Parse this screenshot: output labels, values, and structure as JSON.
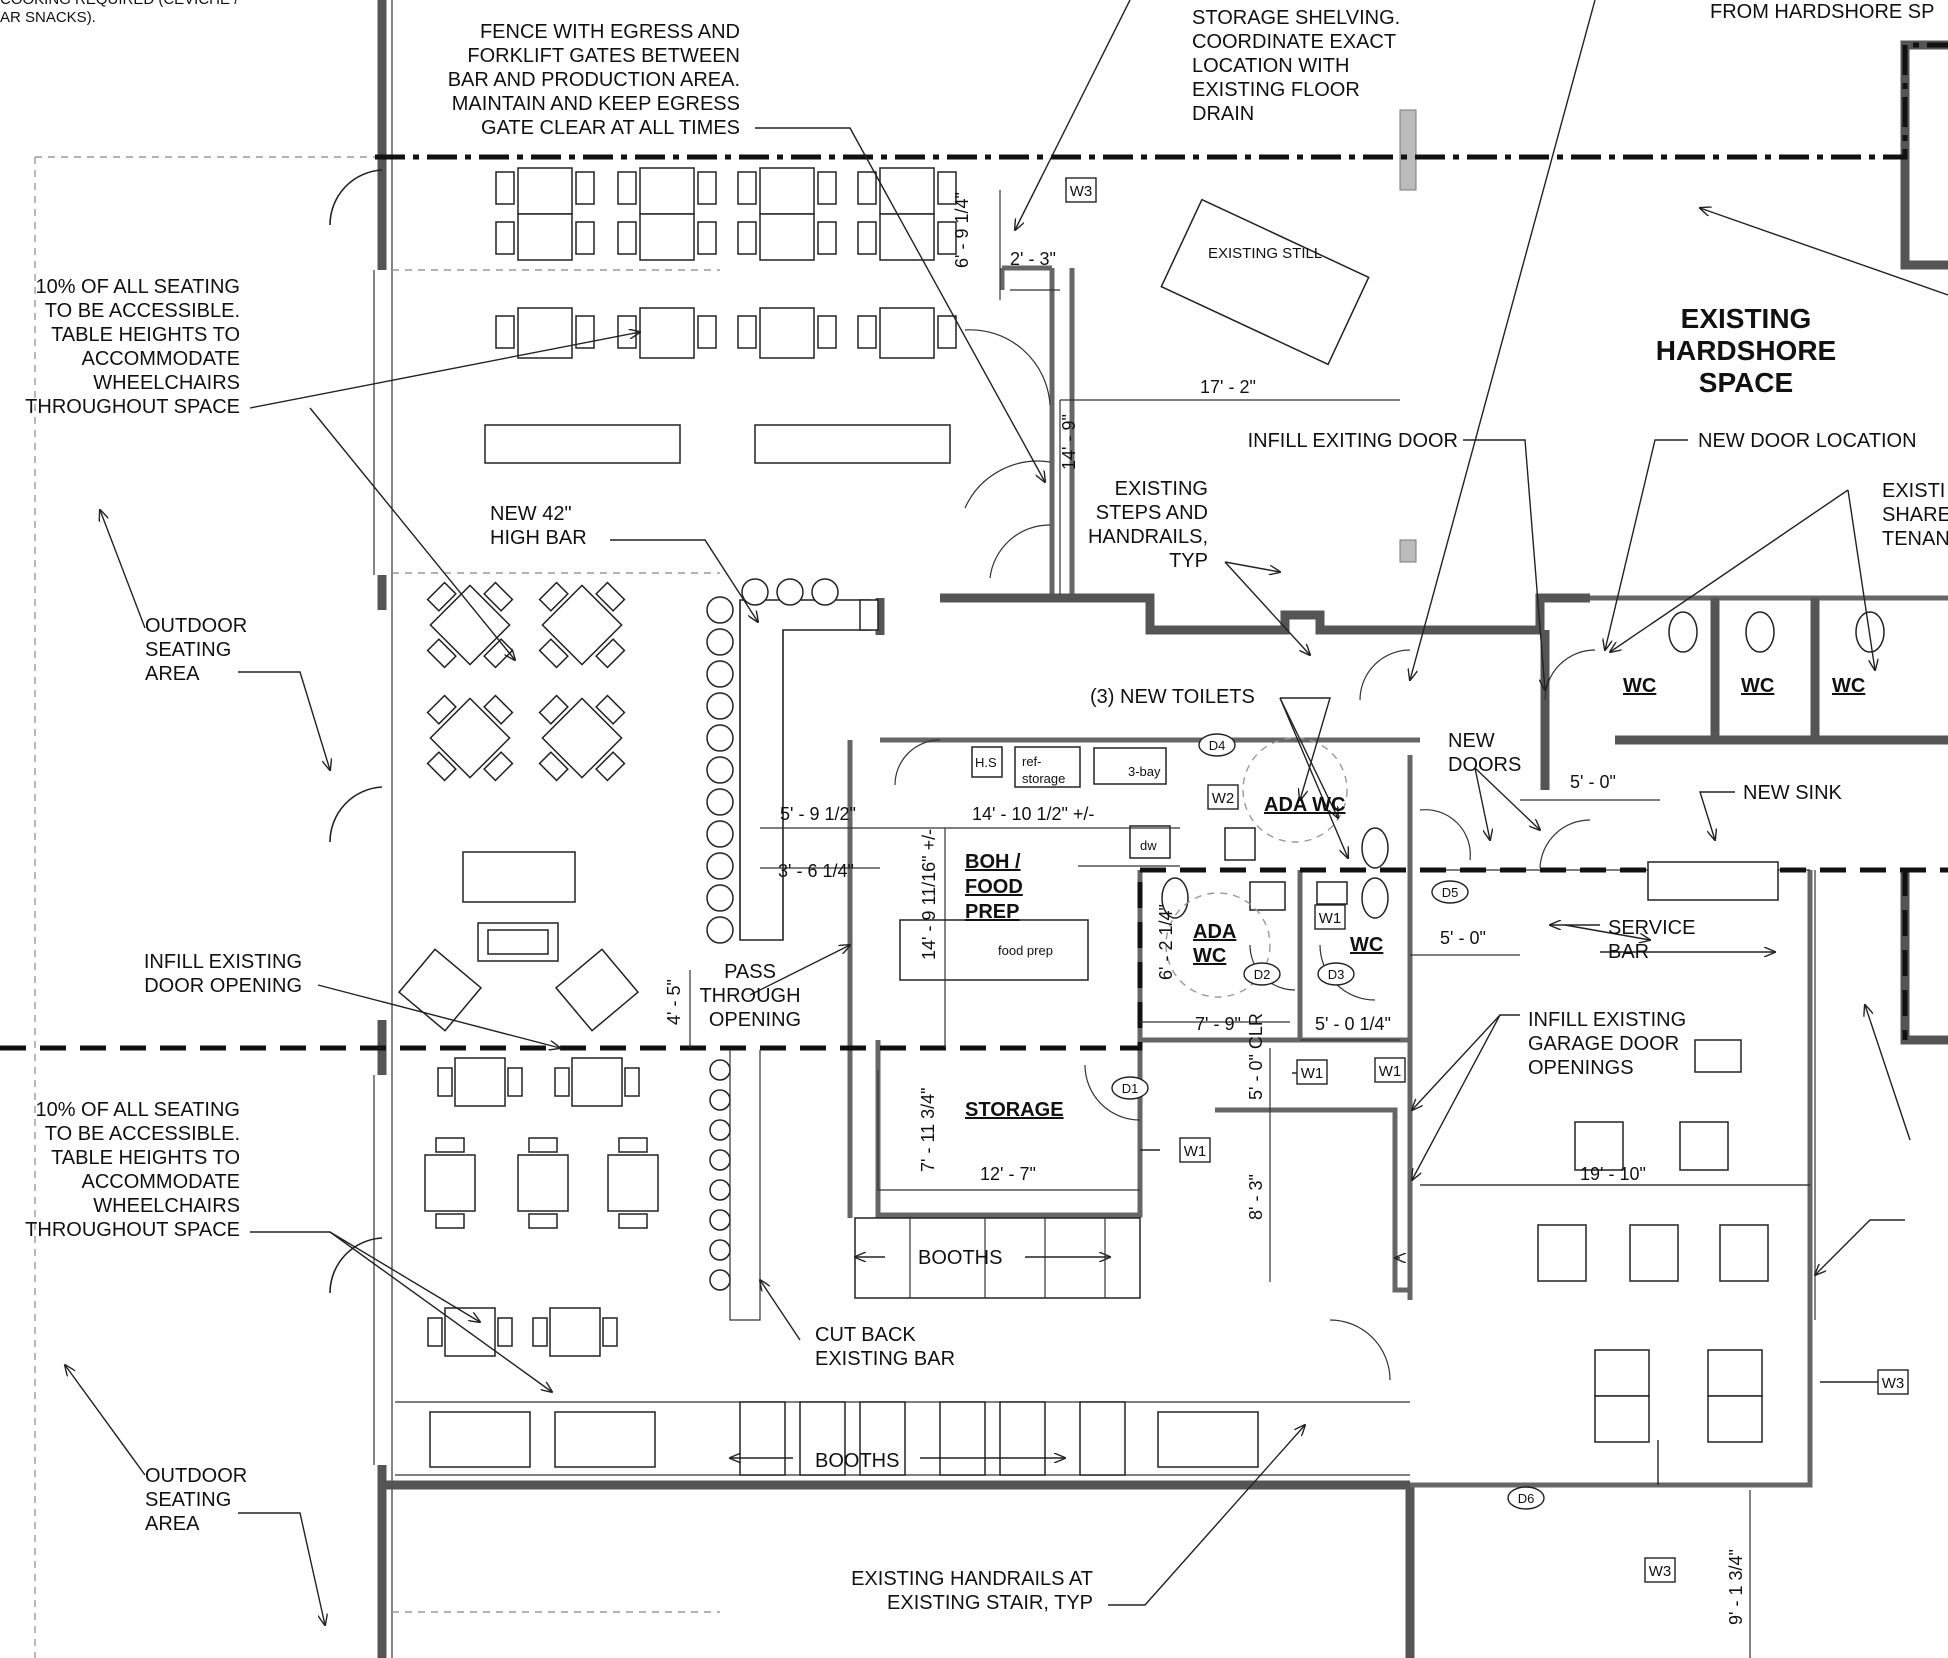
{
  "notes": {
    "top_left_cut_1": "COOKING REQUIRED (CEVICHE /",
    "top_left_cut_2": "AR SNACKS).",
    "fence_1": "FENCE WITH EGRESS AND",
    "fence_2": "FORKLIFT GATES BETWEEN",
    "fence_3": "BAR AND PRODUCTION AREA.",
    "fence_4": "MAINTAIN AND KEEP EGRESS",
    "fence_5": "GATE CLEAR AT ALL TIMES",
    "shelving_1": "STORAGE SHELVING.",
    "shelving_2": "COORDINATE EXACT",
    "shelving_3": "LOCATION WITH",
    "shelving_4": "EXISTING FLOOR",
    "shelving_5": "DRAIN",
    "from_hardshore": "FROM HARDSHORE SP",
    "seating_top_1": "10% OF ALL SEATING",
    "seating_top_2": "TO BE ACCESSIBLE.",
    "seating_top_3": "TABLE HEIGHTS TO",
    "seating_top_4": "ACCOMMODATE",
    "seating_top_5": "WHEELCHAIRS",
    "seating_top_6": "THROUGHOUT SPACE",
    "seating_bot_1": "10% OF ALL SEATING",
    "seating_bot_2": "TO BE ACCESSIBLE.",
    "seating_bot_3": "TABLE HEIGHTS TO",
    "seating_bot_4": "ACCOMMODATE",
    "seating_bot_5": "WHEELCHAIRS",
    "seating_bot_6": "THROUGHOUT SPACE",
    "existing_still": "EXISTING STILL",
    "hardshore_1": "EXISTING",
    "hardshore_2": "HARDSHORE",
    "hardshore_3": "SPACE",
    "infill_exiting_door": "INFILL EXITING DOOR",
    "new_door_location": "NEW DOOR LOCATION",
    "existi_1": "EXISTI",
    "existi_2": "SHARE",
    "existi_3": "TENAN",
    "new_bar_1": "NEW 42\"",
    "new_bar_2": "HIGH BAR",
    "steps_1": "EXISTING",
    "steps_2": "STEPS AND",
    "steps_3": "HANDRAILS,",
    "steps_4": "TYP",
    "outdoor_top_1": "OUTDOOR",
    "outdoor_top_2": "SEATING",
    "outdoor_top_3": "AREA",
    "outdoor_bot_1": "OUTDOOR",
    "outdoor_bot_2": "SEATING",
    "outdoor_bot_3": "AREA",
    "new_toilets": "(3) NEW TOILETS",
    "new_doors_1": "NEW",
    "new_doors_2": "DOORS",
    "new_sink": "NEW SINK",
    "infill_door_1": "INFILL EXISTING",
    "infill_door_2": "DOOR OPENING",
    "pass_1": "PASS",
    "pass_2": "THROUGH",
    "pass_3": "OPENING",
    "service_1": "SERVICE",
    "service_2": "BAR",
    "garage_1": "INFILL EXISTING",
    "garage_2": "GARAGE DOOR",
    "garage_3": "OPENINGS",
    "cutback_1": "CUT BACK",
    "cutback_2": "EXISTING BAR",
    "handrails_1": "EXISTING HANDRAILS AT",
    "handrails_2": "EXISTING STAIR, TYP",
    "booths_upper": "BOOTHS",
    "booths_lower": "BOOTHS"
  },
  "rooms": {
    "wc1": "WC",
    "wc2": "WC",
    "wc3": "WC",
    "ada_wc": "ADA WC",
    "ada_wc2_1": "ADA",
    "ada_wc2_2": "WC",
    "wc_small": "WC",
    "boh_1": "BOH /",
    "boh_2": "FOOD",
    "boh_3": "PREP",
    "storage": "STORAGE"
  },
  "equipment": {
    "hs": "H.S",
    "ref_1": "ref-",
    "ref_2": "storage",
    "three_bay": "3-bay",
    "dw": "dw",
    "food_prep": "food prep"
  },
  "dimensions": {
    "d_6_9_14": "6' - 9 1/4\"",
    "d_2_3": "2' - 3\"",
    "d_17_2": "17' - 2\"",
    "d_14_9": "14' - 9\"",
    "d_5_9_12": "5' - 9 1/2\"",
    "d_14_10_12": "14' - 10 1/2\" +/-",
    "d_3_6_14": "3' - 6 1/4\"",
    "d_14_9_1116": "14' - 9 11/16\" +/-",
    "d_4_5": "4' - 5\"",
    "d_6_2_14": "6' - 2 1/4\"",
    "d_7_9": "7' - 9\"",
    "d_5_0_14": "5' - 0 1/4\"",
    "d_5_0_clr": "5' - 0\" CLR",
    "d_5_0_top": "5' - 0\"",
    "d_5_0_mid": "5' - 0\"",
    "d_7_11_34": "7' - 11 3/4\"",
    "d_12_7": "12' - 7\"",
    "d_8_3": "8' - 3\"",
    "d_19_10": "19' - 10\"",
    "d_9_1_34": "9' - 1 3/4\""
  },
  "tags": {
    "w3_top": "W3",
    "w2": "W2",
    "d4": "D4",
    "d5": "D5",
    "w1_a": "W1",
    "d2": "D2",
    "d3": "D3",
    "w1_b": "W1",
    "w1_c": "W1",
    "d1": "D1",
    "w1_d": "W1",
    "w3_right": "W3",
    "d6": "D6",
    "w3_bottom": "W3"
  }
}
